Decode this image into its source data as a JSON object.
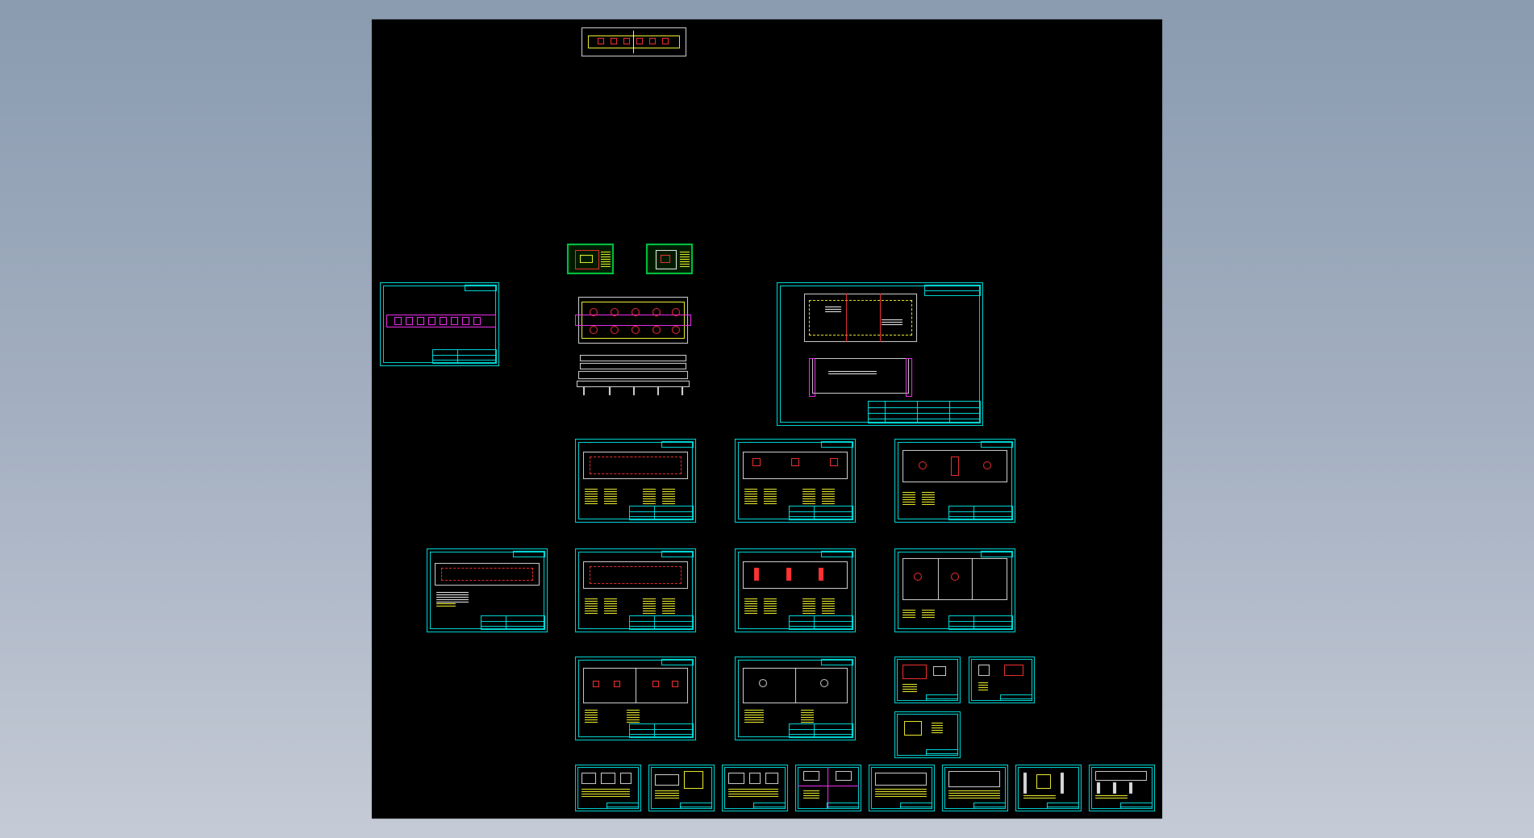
{
  "cad_view": {
    "background": "#000000",
    "desktop_gradient": [
      "#8a9bb0",
      "#c5cbd6"
    ],
    "sheet_border_color": "#00e5e5",
    "part_colors": {
      "outline": "#bdbdbd",
      "holes": "#ff3333",
      "dims": "#ffff33",
      "feature": "#ff33ff",
      "green_frame": "#00cc44"
    },
    "drawing_groups": [
      "strip-layout",
      "assembly",
      "plate-details",
      "small-part-details"
    ],
    "text_annotations": []
  }
}
